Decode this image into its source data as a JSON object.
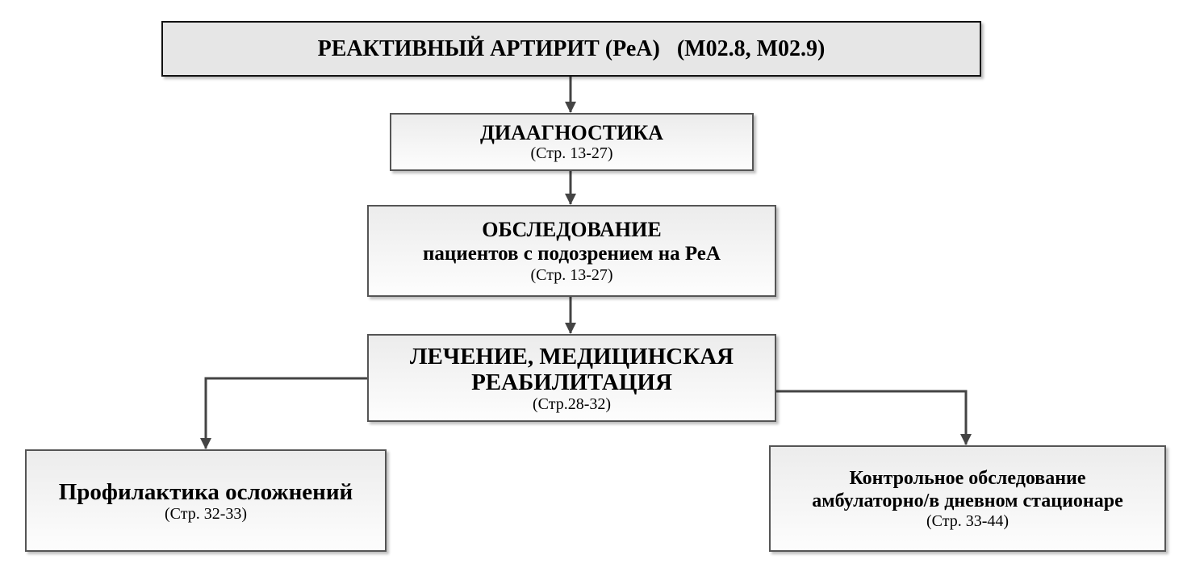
{
  "title": {
    "main": "РЕАКТИВНЫЙ АРТИРИТ (РеА)",
    "codes": "(М02.8, М02.9)"
  },
  "diagnostics": {
    "title": "ДИААГНОСТИКА",
    "pages": "(Стр. 13-27)"
  },
  "examination": {
    "title": "ОБСЛЕДОВАНИЕ",
    "subtitle": "пациентов с подозрением на РеА",
    "pages": "(Стр. 13-27)"
  },
  "treatment": {
    "title_line1": "ЛЕЧЕНИЕ, МЕДИЦИНСКАЯ",
    "title_line2": "РЕАБИЛИТАЦИЯ",
    "pages": "(Стр.28-32)"
  },
  "prevention": {
    "title": "Профилактика осложнений",
    "pages": "(Стр. 32-33)"
  },
  "control": {
    "title_line1": "Контрольное обследование",
    "title_line2": "амбулаторно/в дневном стационаре",
    "pages": "(Стр. 33-44)"
  }
}
